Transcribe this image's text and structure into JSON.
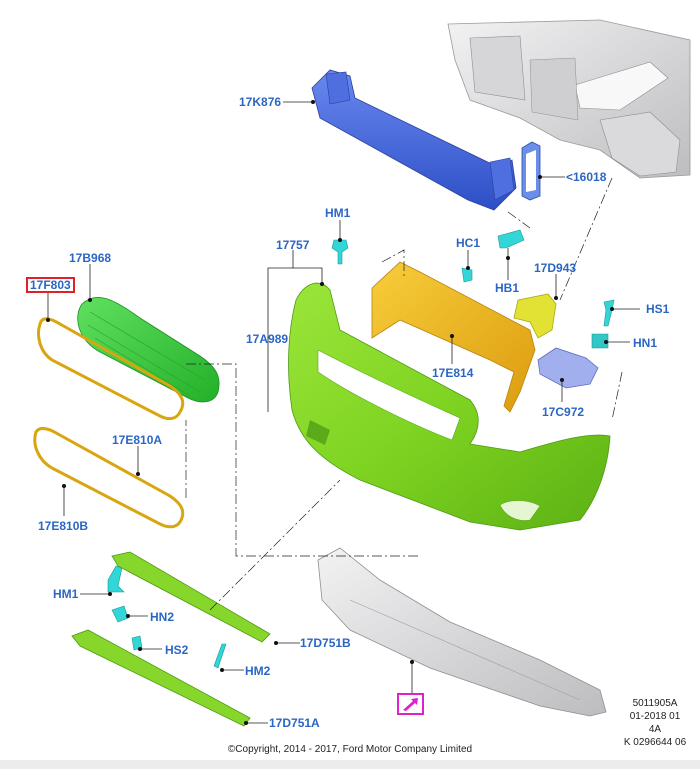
{
  "diagram": {
    "title": "Front bumper exploded view",
    "part_labels": {
      "p17K876": "17K876",
      "p16018": "<16018",
      "p17B968": "17B968",
      "p17F803": "17F803",
      "p17757": "17757",
      "pHM1_top": "HM1",
      "pHC1": "HC1",
      "pHB1": "HB1",
      "p17D943": "17D943",
      "pHS1": "HS1",
      "pHN1": "HN1",
      "p17A989": "17A989",
      "p17E814": "17E814",
      "p17C972": "17C972",
      "p17E810A": "17E810A",
      "p17E810B": "17E810B",
      "pHM1_bottom": "HM1",
      "pHN2": "HN2",
      "pHS2": "HS2",
      "pHM2": "HM2",
      "p17D751B": "17D751B",
      "p17D751A": "17D751A"
    },
    "highlighted_label": "17F803",
    "reference_icon": "arrow-link-icon",
    "colors": {
      "label": "#2b66c4",
      "highlight_border": "#e0202a",
      "ref_icon": "#e020c8",
      "bumper": "#7ed321",
      "grille": "#3ec93a",
      "bezel": "#e8b820",
      "reinforcement": "#3f63d8",
      "absorber": "#f0b61a",
      "bracket": "#dde030",
      "slide_bracket": "#9aa8ee",
      "clip": "#33d6d6",
      "undertray": "#c9c9cb",
      "body": "#e4e4e6"
    }
  },
  "doc_info": {
    "line1": "5011905A",
    "line2": "01-2018 01",
    "line3": "4A",
    "line4": "K 0296644 06"
  },
  "copyright": "©Copyright, 2014 - 2017, Ford Motor Company Limited"
}
